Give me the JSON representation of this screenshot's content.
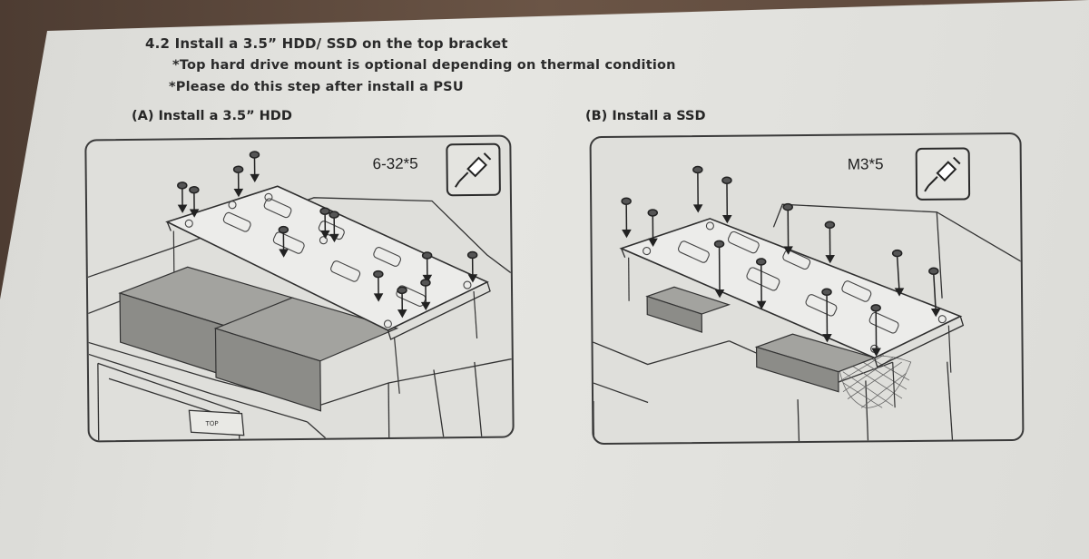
{
  "heading": "4.2 Install a 3.5” HDD/ SSD on the top bracket",
  "notes": [
    "*Top hard drive mount is optional depending on thermal condition",
    "*Please do this step after install a PSU"
  ],
  "section_a": {
    "label": "(A) Install a 3.5” HDD",
    "screw_spec": "6-32*5",
    "icon": "screwdriver-icon",
    "diagram_text": "TOP"
  },
  "section_b": {
    "label": "(B) Install a SSD",
    "screw_spec": "M3*5",
    "icon": "screwdriver-icon"
  },
  "colors": {
    "paper": "#e2e2de",
    "ink": "#2a2a2a",
    "drive_gray": "#8f8f8b",
    "background_wood": "#5e4a3e"
  }
}
